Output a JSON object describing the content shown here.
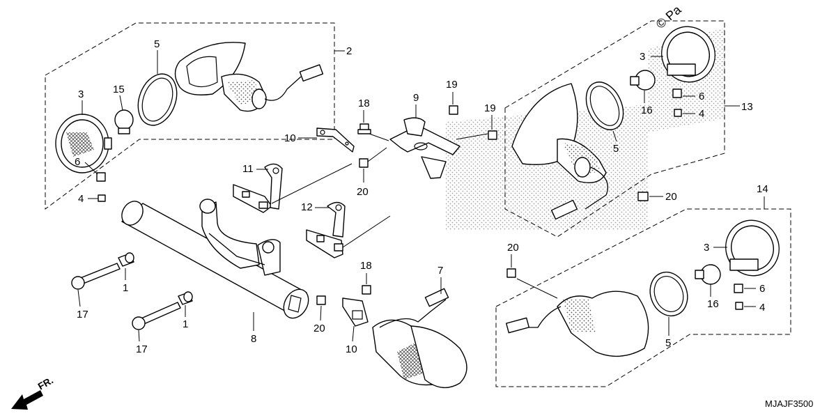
{
  "diagram": {
    "drawing_code": "MJAJF3500",
    "front_label": "FR.",
    "copyright_fragment": "© Pa",
    "callouts": {
      "n1a": "1",
      "n1b": "1",
      "n2": "2",
      "n3a": "3",
      "n3b": "3",
      "n3c": "3",
      "n4a": "4",
      "n4b": "4",
      "n4c": "4",
      "n5a": "5",
      "n5b": "5",
      "n5c": "5",
      "n6a": "6",
      "n6b": "6",
      "n6c": "6",
      "n7": "7",
      "n8": "8",
      "n9": "9",
      "n10a": "10",
      "n10b": "10",
      "n11": "11",
      "n12": "12",
      "n13": "13",
      "n14": "14",
      "n15": "15",
      "n16a": "16",
      "n16b": "16",
      "n17a": "17",
      "n17b": "17",
      "n18a": "18",
      "n18b": "18",
      "n19a": "19",
      "n19b": "19",
      "n20a": "20",
      "n20b": "20",
      "n20c": "20",
      "n20d": "20"
    }
  }
}
